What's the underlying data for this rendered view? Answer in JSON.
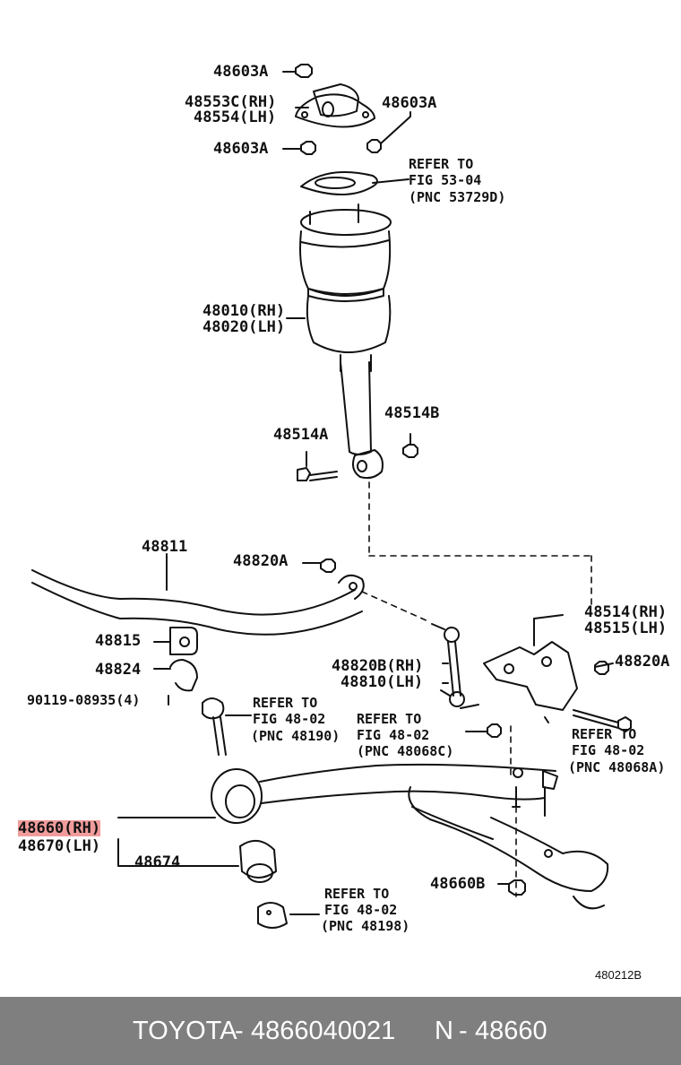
{
  "labels": {
    "p48603A_top": "48603A",
    "p48553C": "48553C(RH)",
    "p48554": "48554(LH)",
    "p48603A_right": "48603A",
    "p48603A_left": "48603A",
    "ref_53_04_a": "REFER TO",
    "ref_53_04_b": "FIG 53-04",
    "ref_53_04_c": "(PNC 53729D)",
    "p48010": "48010(RH)",
    "p48020": "48020(LH)",
    "p48514B": "48514B",
    "p48514A": "48514A",
    "p48811": "48811",
    "p48820A_top": "48820A",
    "p48514": "48514(RH)",
    "p48515": "48515(LH)",
    "p48815": "48815",
    "p48820B": "48820B(RH)",
    "p48810": "48810(LH)",
    "p48820A_right": "48820A",
    "p48824": "48824",
    "p90119": "90119-08935(4)",
    "ref_48190_a": "REFER TO",
    "ref_48190_b": "FIG 48-02",
    "ref_48190_c": "(PNC 48190)",
    "ref_48068C_a": "REFER TO",
    "ref_48068C_b": "FIG 48-02",
    "ref_48068C_c": "(PNC 48068C)",
    "ref_48068A_a": "REFER TO",
    "ref_48068A_b": "FIG 48-02",
    "ref_48068A_c": "(PNC 48068A)",
    "p48660": "48660(RH)",
    "p48670": "48670(LH)",
    "p48674": "48674",
    "p48660B": "48660B",
    "ref_48198_a": "REFER TO",
    "ref_48198_b": "FIG 48-02",
    "ref_48198_c": "(PNC 48198)",
    "diagram_code": "480212B"
  },
  "footer": {
    "brand": "TOYOTA",
    "sep1": "-",
    "part_number": "4866040021",
    "n_label": "N",
    "sep2": "-",
    "pnc": "48660"
  },
  "colors": {
    "highlight": "#f19c9c",
    "footer_bg": "#7f7f7f",
    "footer_text": "#ffffff"
  }
}
